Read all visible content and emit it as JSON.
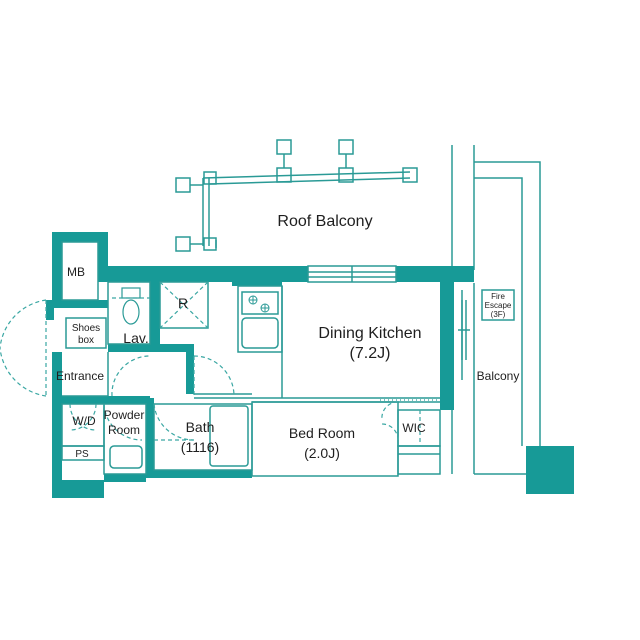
{
  "colors": {
    "wall": "#179a97",
    "line": "#2a9a96",
    "dash": "#3aa7a3",
    "text": "#1f1f1f",
    "background": "#ffffff"
  },
  "rooms": {
    "roof_balcony": "Roof Balcony",
    "mb": "MB",
    "shoes_box_line1": "Shoes",
    "shoes_box_line2": "box",
    "lav": "Lav.",
    "refrigerator": "R",
    "dining_kitchen": "Dining Kitchen",
    "dining_kitchen_size": "(7.2J)",
    "entrance": "Entrance",
    "wd": "W/D",
    "powder_room_line1": "Powder",
    "powder_room_line2": "Room",
    "bath": "Bath",
    "bath_size": "(1116)",
    "bed_room": "Bed Room",
    "bed_room_size": "(2.0J)",
    "wic": "WIC",
    "ps": "PS",
    "fire_escape_line1": "Fire",
    "fire_escape_line2": "Escape",
    "fire_escape_line3": "(3F)",
    "balcony": "Balcony"
  }
}
